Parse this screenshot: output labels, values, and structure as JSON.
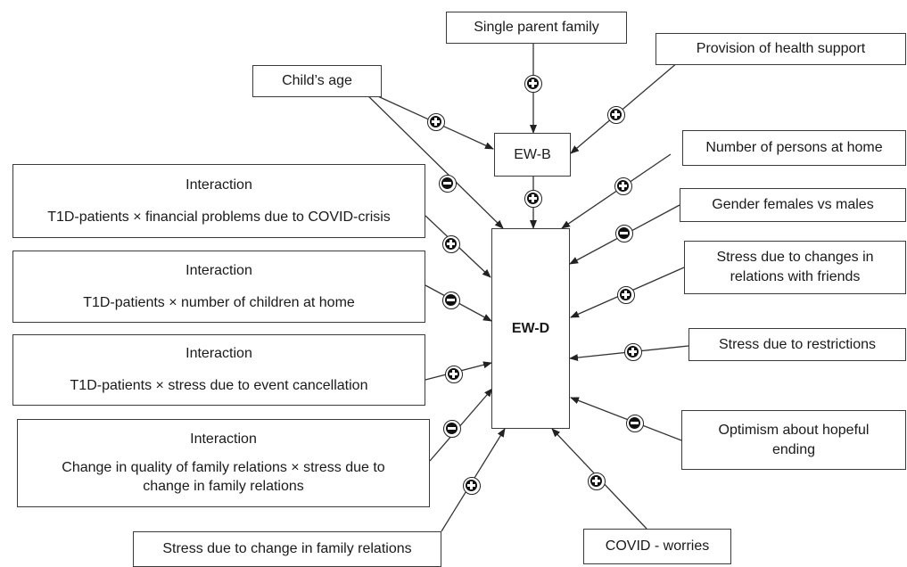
{
  "nodes": {
    "single_parent_family": "Single parent family",
    "provision_of_health_support": "Provision of health support",
    "childs_age": "Child’s age",
    "ew_b": "EW-B",
    "number_of_persons_at_home": "Number of persons at home",
    "gender_females_vs_males": "Gender females vs males",
    "stress_due_to_changes_in_relations_with_friends": "Stress due to changes in relations with friends",
    "stress_due_to_restrictions": "Stress due to restrictions",
    "optimism_about_hopeful_ending": "Optimism about hopeful ending",
    "covid_worries": "COVID - worries",
    "stress_due_to_change_in_family_relations": "Stress due to change in family relations",
    "ew_d": "EW-D",
    "interaction_label": "Interaction",
    "interaction_1": "T1D-patients × financial problems due to COVID-crisis",
    "interaction_2": "T1D-patients × number of children at home",
    "interaction_3": "T1D-patients × stress due to event cancellation",
    "interaction_4": "Change in quality of family relations × stress due to change in family relations"
  },
  "edges": [
    {
      "from": "Single parent family",
      "to": "EW-B",
      "sign": "+"
    },
    {
      "from": "Child’s age",
      "to": "EW-B",
      "sign": "+"
    },
    {
      "from": "Provision of health support",
      "to": "EW-B",
      "sign": "+"
    },
    {
      "from": "EW-B",
      "to": "EW-D",
      "sign": "+"
    },
    {
      "from": "Child’s age",
      "to": "EW-D",
      "sign": "-"
    },
    {
      "from": "Number of persons at home",
      "to": "EW-D",
      "sign": "+"
    },
    {
      "from": "Gender females vs males",
      "to": "EW-D",
      "sign": "-"
    },
    {
      "from": "Stress due to changes in relations with friends",
      "to": "EW-D",
      "sign": "+"
    },
    {
      "from": "Stress due to restrictions",
      "to": "EW-D",
      "sign": "+"
    },
    {
      "from": "Optimism about hopeful ending",
      "to": "EW-D",
      "sign": "-"
    },
    {
      "from": "COVID - worries",
      "to": "EW-D",
      "sign": "+"
    },
    {
      "from": "Stress due to change in family relations",
      "to": "EW-D",
      "sign": "+"
    },
    {
      "from": "T1D-patients × financial problems due to COVID-crisis",
      "to": "EW-D",
      "sign": "+"
    },
    {
      "from": "T1D-patients × number of children at home",
      "to": "EW-D",
      "sign": "-"
    },
    {
      "from": "T1D-patients × stress due to event cancellation",
      "to": "EW-D",
      "sign": "+"
    },
    {
      "from": "Change in quality of family relations × stress due to change in family relations",
      "to": "EW-D",
      "sign": "-"
    }
  ]
}
